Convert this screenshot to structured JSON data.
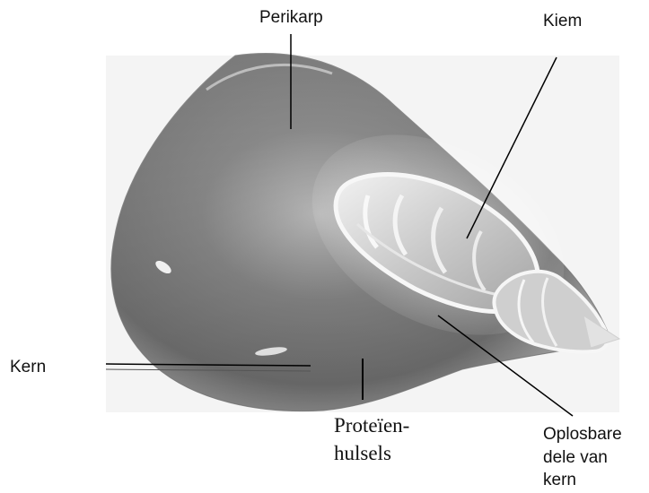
{
  "labels": {
    "perikarp": "Perikarp",
    "kiem": "Kiem",
    "kern": "Kern",
    "proteien_line1": "Proteïen-",
    "proteien_line2": "hulsels",
    "oplosbare_line1": "Oplosbare",
    "oplosbare_line2": "dele van",
    "oplosbare_line3": "kern"
  },
  "colors": {
    "kernel_dark": "#6f6f6f",
    "kernel_mid": "#9a9a9a",
    "kernel_light": "#d4d4d4",
    "leader_line": "#000000",
    "background": "#ffffff"
  }
}
